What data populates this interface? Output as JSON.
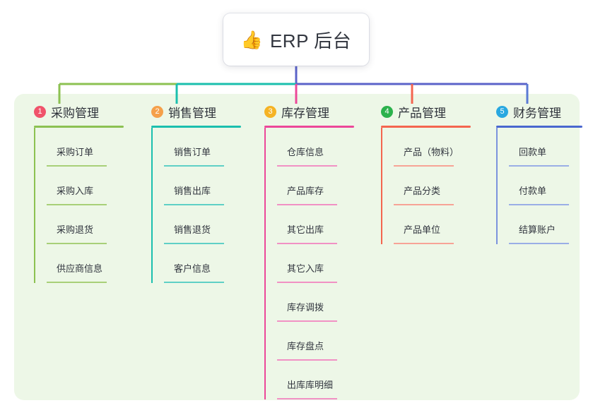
{
  "root": {
    "icon": "thumbs-up-icon",
    "emoji": "👍",
    "title": "ERP 后台"
  },
  "colors": {
    "panel_bg": "#edf7e7",
    "card_bg": "#ffffff",
    "text": "#32363f",
    "stem": "#5b63c9",
    "bus_left": "#7cb342",
    "bus_mid": "#18b6a8",
    "bus_right": "#5b63c9"
  },
  "branches": [
    {
      "number": "1",
      "label": "采购管理",
      "badge_color": "#f0536b",
      "rule_color": "#8cc152",
      "spine_color": "#8cc152",
      "leaf_rule_color": "#a8d078",
      "drop_color": "#8cc152",
      "items": [
        {
          "label": "采购订单"
        },
        {
          "label": "采购入库"
        },
        {
          "label": "采购退货"
        },
        {
          "label": "供应商信息"
        }
      ]
    },
    {
      "number": "2",
      "label": "销售管理",
      "badge_color": "#f5a04a",
      "rule_color": "#1bbfae",
      "spine_color": "#1bbfae",
      "leaf_rule_color": "#5fd0c6",
      "drop_color": "#1bbfae",
      "items": [
        {
          "label": "销售订单"
        },
        {
          "label": "销售出库"
        },
        {
          "label": "销售退货"
        },
        {
          "label": "客户信息"
        }
      ]
    },
    {
      "number": "3",
      "label": "库存管理",
      "badge_color": "#f5b324",
      "rule_color": "#ec4899",
      "spine_color": "#ec4899",
      "leaf_rule_color": "#f191c4",
      "drop_color": "#ec4899",
      "items": [
        {
          "label": "仓库信息"
        },
        {
          "label": "产品库存"
        },
        {
          "label": "其它出库"
        },
        {
          "label": "其它入库"
        },
        {
          "label": "库存调拨"
        },
        {
          "label": "库存盘点"
        },
        {
          "label": "出库库明细"
        }
      ]
    },
    {
      "number": "4",
      "label": "产品管理",
      "badge_color": "#2bb24c",
      "rule_color": "#f4654f",
      "spine_color": "#f4654f",
      "leaf_rule_color": "#f7a396",
      "drop_color": "#f4654f",
      "items": [
        {
          "label": "产品（物料）"
        },
        {
          "label": "产品分类"
        },
        {
          "label": "产品单位"
        }
      ]
    },
    {
      "number": "5",
      "label": "财务管理",
      "badge_color": "#29a8e0",
      "rule_color": "#4a68cf",
      "spine_color": "#7b93dd",
      "leaf_rule_color": "#9aaee6",
      "drop_color": "#5b7ad4",
      "items": [
        {
          "label": "回款单"
        },
        {
          "label": "付款单"
        },
        {
          "label": "结算账户"
        }
      ]
    }
  ]
}
